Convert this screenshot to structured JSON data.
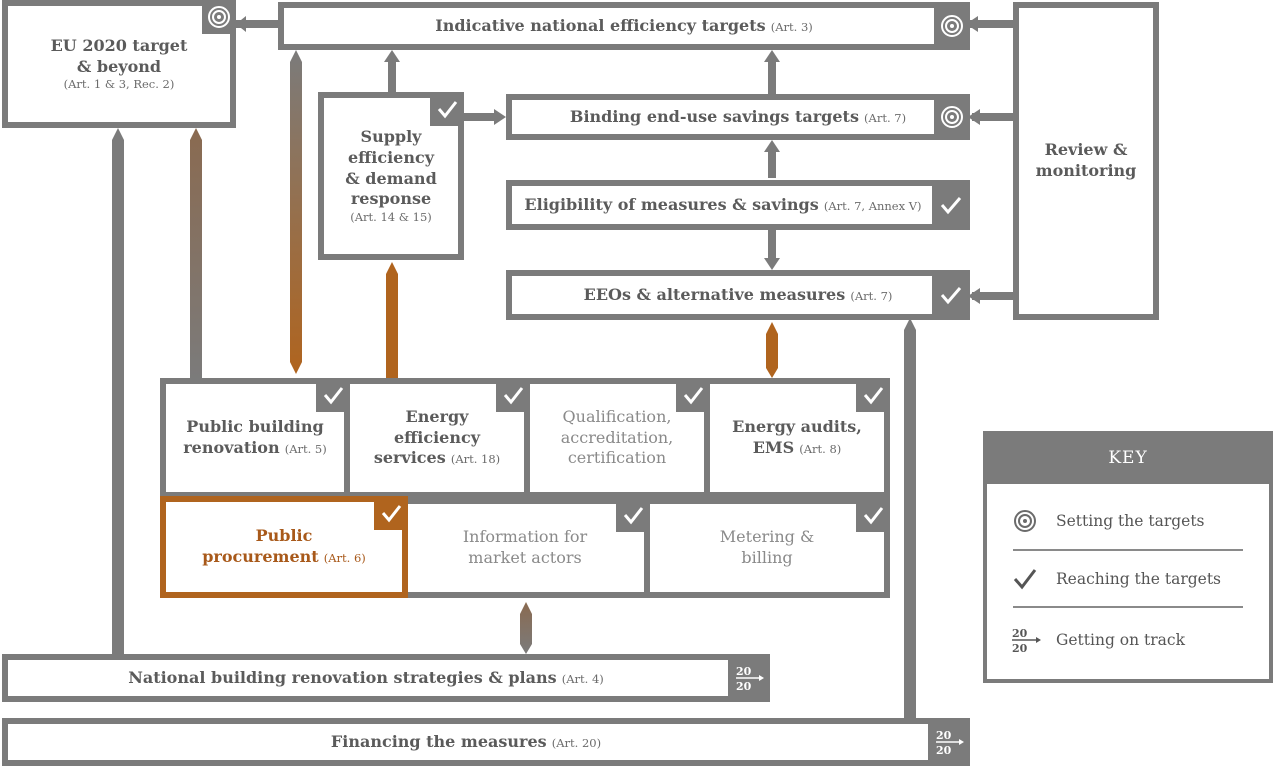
{
  "colors": {
    "grey": "#7b7b7b",
    "orange": "#b0641e",
    "text": "#5b5b5b"
  },
  "boxes": {
    "eu2020": {
      "title": "EU 2020 target & beyond",
      "title_l1": "EU 2020 target",
      "title_l2": "& beyond",
      "article": "(Art. 1 & 3, Rec. 2)",
      "icon": "target-icon"
    },
    "indicative": {
      "title": "Indicative national efficiency targets",
      "article": "(Art. 3)",
      "icon": "target-icon"
    },
    "review": {
      "title": "Review & monitoring",
      "title_l1": "Review &",
      "title_l2": "monitoring"
    },
    "supply": {
      "title_l1": "Supply",
      "title_l2": "efficiency",
      "title_l3": "& demand",
      "title_l4": "response",
      "article": "(Art. 14 & 15)",
      "icon": "check-icon"
    },
    "binding": {
      "title": "Binding end-use savings targets",
      "article": "(Art. 7)",
      "icon": "target-icon"
    },
    "eligibility": {
      "title": "Eligibility of measures & savings",
      "article": "(Art. 7, Annex V)",
      "icon": "check-icon"
    },
    "eeos": {
      "title": "EEOs & alternative measures",
      "article": "(Art. 7)",
      "icon": "check-icon"
    },
    "public_building": {
      "title_l1": "Public building",
      "title_l2": "renovation",
      "article": "(Art. 5)",
      "icon": "check-icon"
    },
    "ee_services": {
      "title_l1": "Energy",
      "title_l2": "efficiency",
      "title_l3": "services",
      "article": "(Art. 18)",
      "icon": "check-icon"
    },
    "qualification": {
      "title_l1": "Qualification,",
      "title_l2": "accreditation,",
      "title_l3": "certification",
      "icon": "check-icon"
    },
    "audits": {
      "title_l1": "Energy audits,",
      "title_l2": "EMS",
      "article": "(Art. 8)",
      "icon": "check-icon"
    },
    "procurement": {
      "title_l1": "Public",
      "title_l2": "procurement",
      "article": "(Art. 6)",
      "icon": "check-icon"
    },
    "information": {
      "title_l1": "Information for",
      "title_l2": "market actors",
      "icon": "check-icon"
    },
    "metering": {
      "title_l1": "Metering &",
      "title_l2": "billing",
      "icon": "check-icon"
    },
    "national": {
      "title": "National building renovation strategies & plans",
      "article": "(Art. 4)",
      "icon": "2020-icon"
    },
    "financing": {
      "title": "Financing the measures",
      "article": "(Art. 20)",
      "icon": "2020-icon"
    }
  },
  "key": {
    "title": "KEY",
    "items": [
      {
        "icon": "target-icon",
        "label": "Setting the targets"
      },
      {
        "icon": "check-icon",
        "label": "Reaching the targets"
      },
      {
        "icon": "2020-icon",
        "label": "Getting on track"
      }
    ],
    "badge_text_top": "20",
    "badge_text_bottom": "20"
  }
}
